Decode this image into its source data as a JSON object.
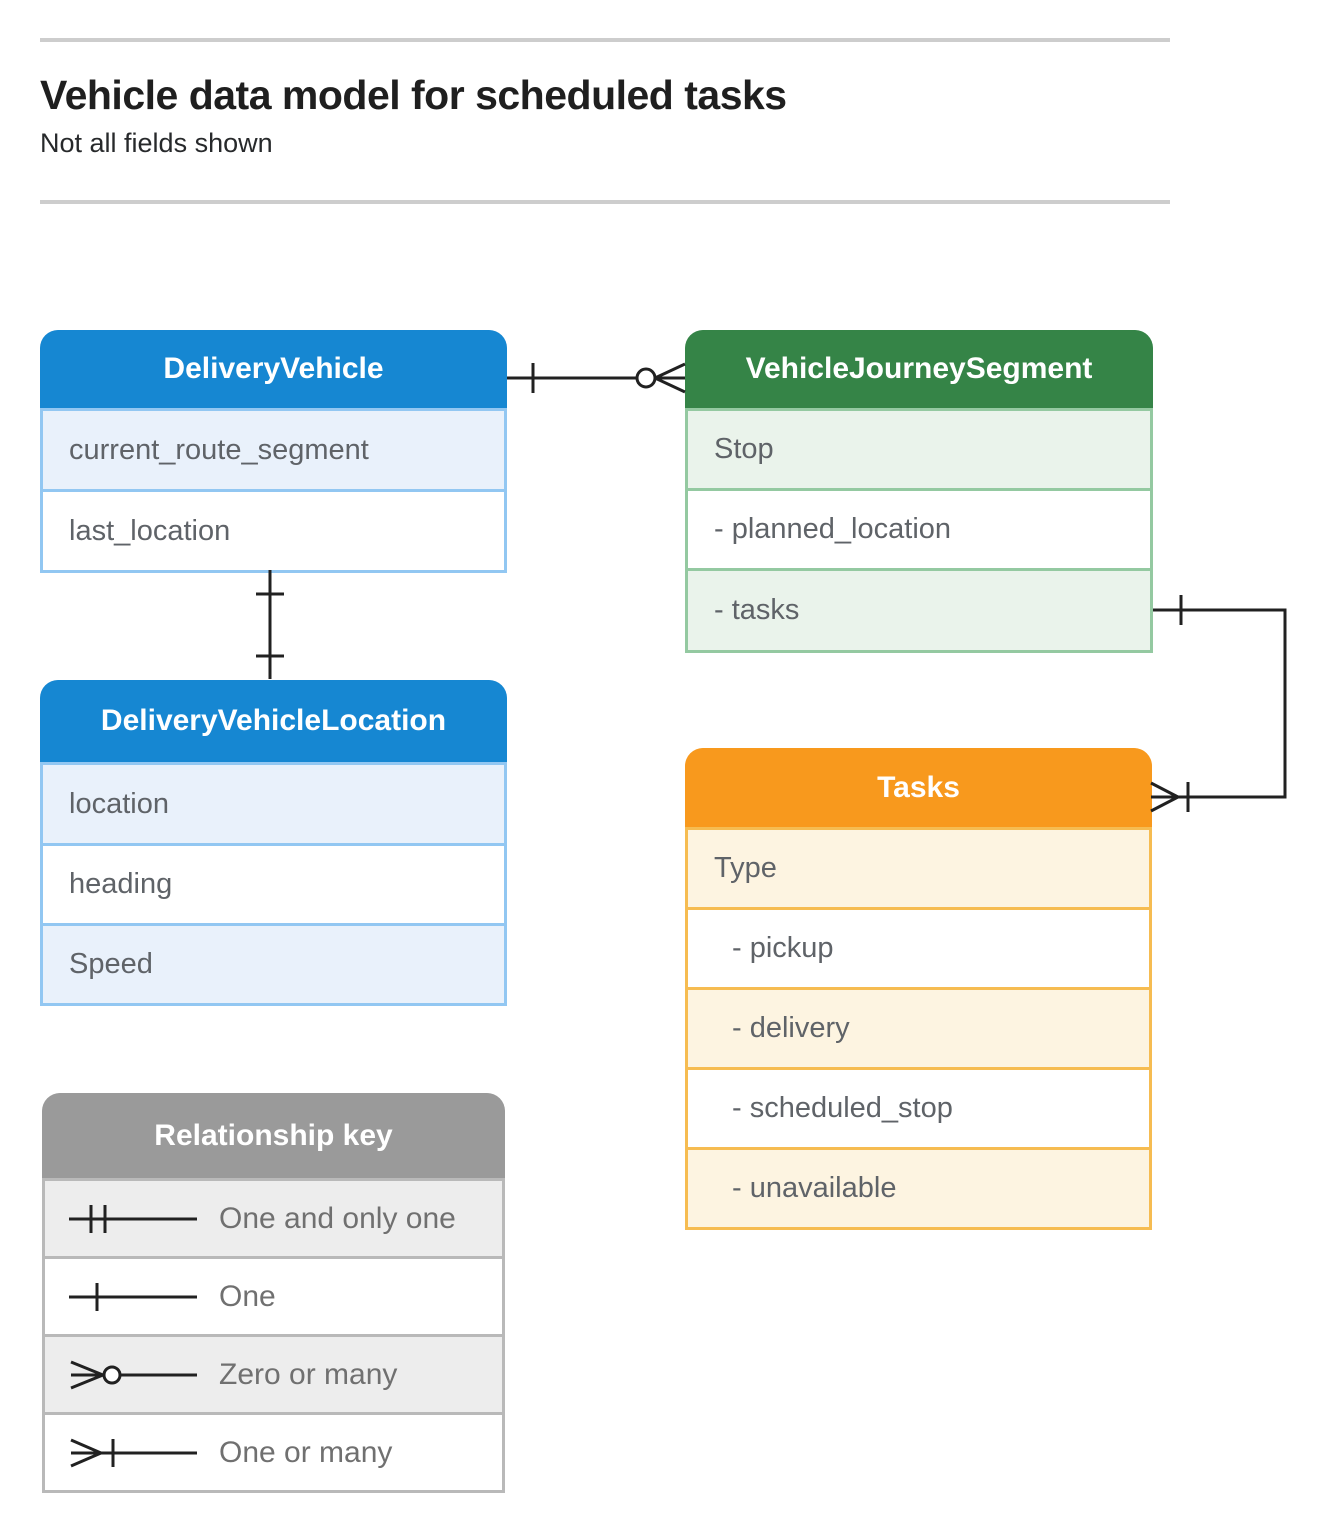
{
  "page": {
    "title": "Vehicle data model for scheduled tasks",
    "subtitle": "Not all fields shown"
  },
  "entities": [
    {
      "name": "DeliveryVehicle",
      "scheme": "blue",
      "fields": [
        "current_route_segment",
        "last_location"
      ]
    },
    {
      "name": "VehicleJourneySegment",
      "scheme": "green",
      "fields": [
        "Stop",
        "- planned_location",
        "- tasks"
      ]
    },
    {
      "name": "DeliveryVehicleLocation",
      "scheme": "blue",
      "fields": [
        "location",
        "heading",
        "Speed"
      ]
    },
    {
      "name": "Tasks",
      "scheme": "orange",
      "fields": [
        "Type",
        "- pickup",
        "- delivery",
        "- scheduled_stop",
        "- unavailable"
      ]
    }
  ],
  "relationships": [
    {
      "from": "DeliveryVehicle",
      "to": "VehicleJourneySegment",
      "from_cardinality": "one",
      "to_cardinality": "zero-or-many"
    },
    {
      "from": "DeliveryVehicle",
      "to": "DeliveryVehicleLocation",
      "cardinality": "one-and-only-one"
    },
    {
      "from": "VehicleJourneySegment.tasks",
      "to": "Tasks",
      "from_cardinality": "one",
      "to_cardinality": "one-or-many"
    }
  ],
  "legend": {
    "title": "Relationship key",
    "items": [
      {
        "symbol": "one-and-only-one",
        "label": "One and only one"
      },
      {
        "symbol": "one",
        "label": "One"
      },
      {
        "symbol": "zero-or-many",
        "label": "Zero or many"
      },
      {
        "symbol": "one-or-many",
        "label": "One or many"
      }
    ]
  },
  "colors": {
    "blue": {
      "header": "#1687d2",
      "tint": "#e9f1fb",
      "border": "#92c7f2"
    },
    "green": {
      "header": "#358447",
      "tint": "#eaf3eb",
      "border": "#94c9a1"
    },
    "orange": {
      "header": "#f8991d",
      "tint": "#fdf4e1",
      "border": "#f6bc51"
    },
    "gray": {
      "header": "#9a9a9a",
      "tint": "#ededed",
      "border": "#b9b9b9"
    },
    "line": "#212121",
    "field_text": "#5f6368",
    "legend_text": "#707070"
  }
}
